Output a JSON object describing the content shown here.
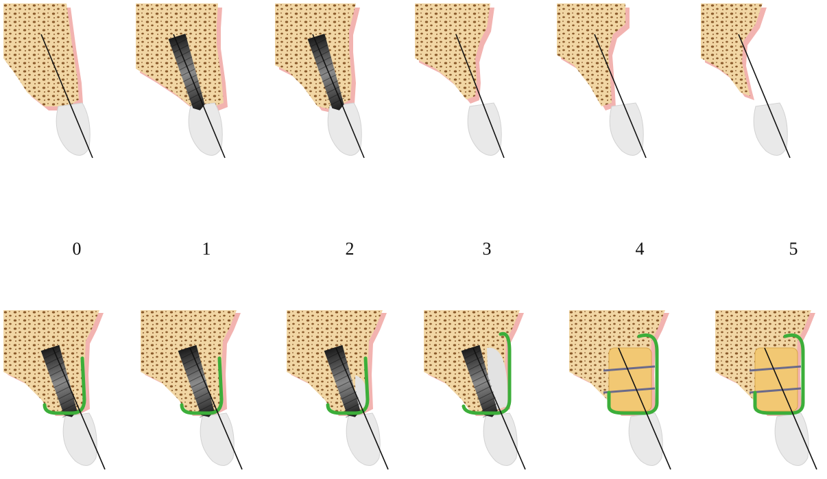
{
  "labels": [
    "0",
    "1",
    "2",
    "3",
    "4",
    "5"
  ],
  "panels": {
    "top": [
      {
        "id": "top-0",
        "implant": false,
        "pin": true
      },
      {
        "id": "top-1",
        "implant": true,
        "pin": true
      },
      {
        "id": "top-2",
        "implant": true,
        "pin": true
      },
      {
        "id": "top-3",
        "implant": false,
        "pin": true
      },
      {
        "id": "top-4",
        "implant": false,
        "pin": true
      },
      {
        "id": "top-5",
        "implant": false,
        "pin": true
      }
    ],
    "bottom": [
      {
        "id": "bottom-0",
        "implant": true,
        "graft": "none",
        "membrane": true
      },
      {
        "id": "bottom-1",
        "implant": true,
        "graft": "none",
        "membrane": true
      },
      {
        "id": "bottom-2",
        "implant": true,
        "graft": "small",
        "membrane": true
      },
      {
        "id": "bottom-3",
        "implant": true,
        "graft": "large",
        "membrane": true
      },
      {
        "id": "bottom-4",
        "implant": false,
        "graft": "block",
        "membrane": true
      },
      {
        "id": "bottom-5",
        "implant": false,
        "graft": "block",
        "membrane": true
      }
    ]
  },
  "colors": {
    "bone": "#f1d6a4",
    "bone_pores": "#8a5a2b",
    "gingiva": "#f2b3b0",
    "membrane": "#3cae3a",
    "crown": "#e9e9e9",
    "implant": "#3a3a3a",
    "block_graft": "#f2c873"
  }
}
